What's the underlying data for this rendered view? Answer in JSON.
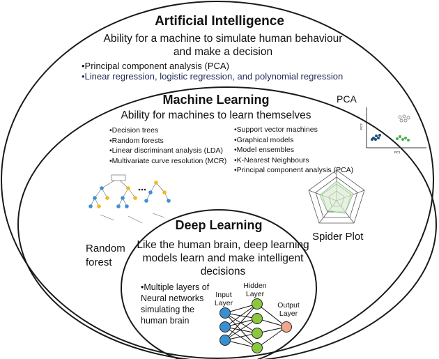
{
  "ai": {
    "title": "Artificial Intelligence",
    "subtitle_line1": "Ability for a machine to simulate human behaviour",
    "subtitle_line2": "and make a decision",
    "bullets": [
      "•Principal component analysis (PCA)",
      "•Linear regression, logistic regression, and polynomial regression"
    ]
  },
  "ml": {
    "title": "Machine Learning",
    "subtitle": "Ability for machines to learn themselves",
    "bullets_left": [
      "•Decision trees",
      "•Random forests",
      "•Linear discriminant analysis (LDA)",
      "•Multivariate curve resolution (MCR)"
    ],
    "bullets_right": [
      "•Support vector machines",
      "•Graphical models",
      "•Model ensembles",
      "•K-Nearest Neighbours",
      "•Principal component analysis (PCA)"
    ]
  },
  "dl": {
    "title": "Deep Learning",
    "subtitle_lines": [
      "Like the human brain, deep learning",
      "models  learn and make intelligent",
      "decisions"
    ],
    "bullet_lines": [
      "•Multiple layers of",
      "Neural networks",
      "simulating the",
      "human brain"
    ]
  },
  "labels": {
    "pca": "PCA",
    "pca_xaxis": "PC1",
    "pca_yaxis": "PC2",
    "spider": "Spider Plot",
    "random_forest_1": "Random",
    "random_forest_2": "forest",
    "input_1": "Input",
    "input_2": "Layer",
    "hidden_1": "Hidden",
    "hidden_2": "Layer",
    "output_1": "Output",
    "output_2": "Layer"
  },
  "colors": {
    "outline": "#1a1a1a",
    "input_node": "#3a8fd0",
    "hidden_node": "#8cc63f",
    "output_node": "#f0a58c",
    "tree_blue": "#3f8fd6",
    "tree_yellow": "#f2b81e",
    "pca_dark": "#1f4e79",
    "pca_green": "#4caf50",
    "spider_fill": "#d8ecd2"
  }
}
